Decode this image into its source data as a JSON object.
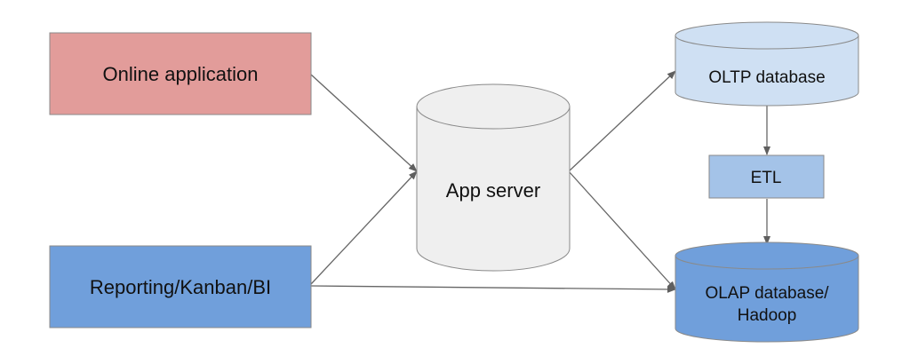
{
  "nodes": {
    "online_app": {
      "label": "Online application",
      "color": "#e29c9a"
    },
    "reporting": {
      "label": "Reporting/Kanban/BI",
      "color": "#709fdb"
    },
    "app_server": {
      "label": "App server",
      "color": "#efefef"
    },
    "oltp": {
      "label": "OLTP database",
      "color": "#cfe0f3"
    },
    "etl": {
      "label": "ETL",
      "color": "#a4c3e8"
    },
    "olap": {
      "label_line1": "OLAP database/",
      "label_line2": "Hadoop",
      "color": "#709fdb"
    }
  },
  "edges": [
    {
      "from": "online_app",
      "to": "app_server"
    },
    {
      "from": "reporting",
      "to": "app_server"
    },
    {
      "from": "reporting",
      "to": "olap"
    },
    {
      "from": "app_server",
      "to": "oltp"
    },
    {
      "from": "app_server",
      "to": "olap"
    },
    {
      "from": "oltp",
      "to": "etl"
    },
    {
      "from": "etl",
      "to": "olap"
    }
  ],
  "colors": {
    "stroke": "#8a8a8a",
    "arrow": "#5f5f5f"
  }
}
